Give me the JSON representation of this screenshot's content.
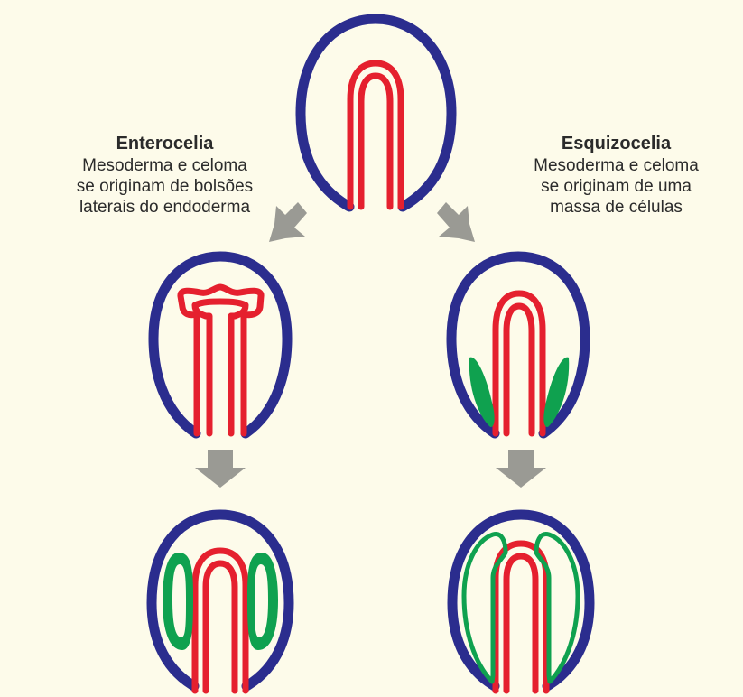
{
  "left_process": {
    "title": "Enterocelia",
    "description_lines": [
      "Mesoderma e celoma",
      "se originam de bolsões",
      "laterais do endoderma"
    ]
  },
  "right_process": {
    "title": "Esquizocelia",
    "description_lines": [
      "Mesoderma e celoma",
      "se originam de uma",
      "massa de células"
    ]
  },
  "colors": {
    "background": "#fdfbea",
    "ectoderm": "#2b2d8e",
    "endoderm": "#e5202e",
    "mesoderm": "#0fa14f",
    "arrow": "#9a9a94"
  }
}
